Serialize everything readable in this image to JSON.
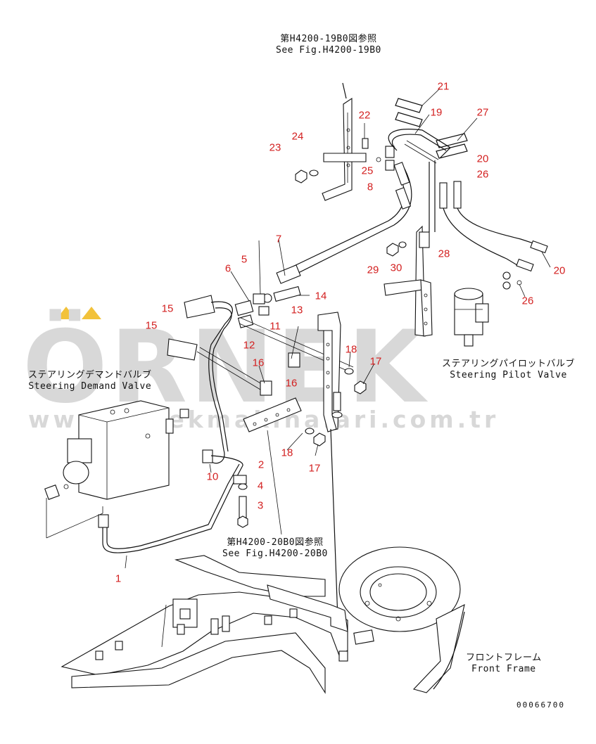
{
  "watermark": {
    "brand": "ÖRNEK",
    "url": "www.ornekmakinalari.com.tr"
  },
  "refs": {
    "h4200_19b0_jp": "第H4200-19B0図参照",
    "h4200_19b0_en": "See Fig.H4200-19B0",
    "h4200_20b0_jp": "第H4200-20B0図参照",
    "h4200_20b0_en": "See Fig.H4200-20B0"
  },
  "labels": {
    "steering_demand_valve_jp": "ステアリングデマンドバルブ",
    "steering_demand_valve_en": "Steering Demand Valve",
    "steering_pilot_valve_jp": "ステアリングパイロットバルブ",
    "steering_pilot_valve_en": "Steering Pilot Valve",
    "front_frame_jp": "フロントフレーム",
    "front_frame_en": "Front Frame"
  },
  "callouts": [
    "21",
    "19",
    "27",
    "22",
    "24",
    "23",
    "25",
    "8",
    "20",
    "26",
    "7",
    "6",
    "5",
    "14",
    "13",
    "11",
    "12",
    "15",
    "15",
    "29",
    "30",
    "28",
    "20",
    "26",
    "18",
    "17",
    "16",
    "16",
    "18",
    "17",
    "10",
    "2",
    "4",
    "3",
    "1"
  ],
  "drawing_code": "00066700",
  "colors": {
    "callout": "#d32020",
    "line": "#111111",
    "watermark": "#d8d8d8",
    "watermark_accent": "#f2c23a"
  }
}
